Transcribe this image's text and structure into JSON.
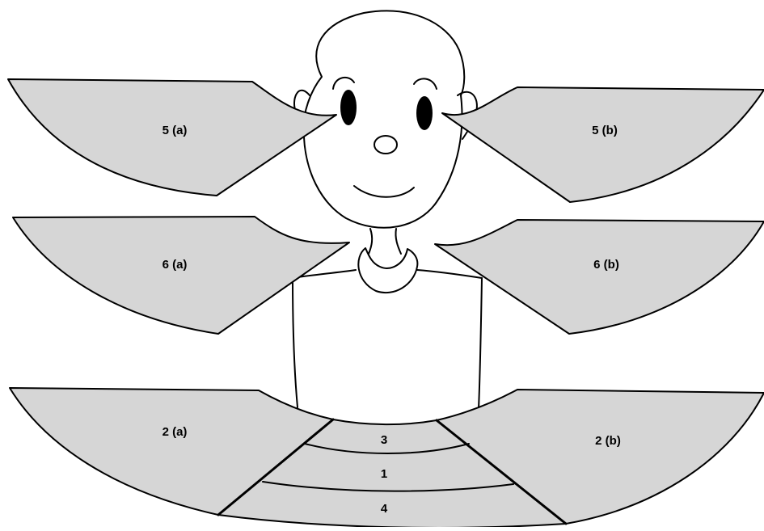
{
  "figure": {
    "regions": [
      {
        "id": "5a",
        "label": "5 (a)"
      },
      {
        "id": "5b",
        "label": "5 (b)"
      },
      {
        "id": "6a",
        "label": "6 (a)"
      },
      {
        "id": "6b",
        "label": "6 (b)"
      },
      {
        "id": "2a",
        "label": "2 (a)"
      },
      {
        "id": "2b",
        "label": "2 (b)"
      },
      {
        "id": "3",
        "label": "3"
      },
      {
        "id": "1",
        "label": "1"
      },
      {
        "id": "4",
        "label": "4"
      }
    ],
    "colors": {
      "region_fill": "#d6d6d6",
      "outline": "#000000",
      "background": "#ffffff"
    }
  }
}
